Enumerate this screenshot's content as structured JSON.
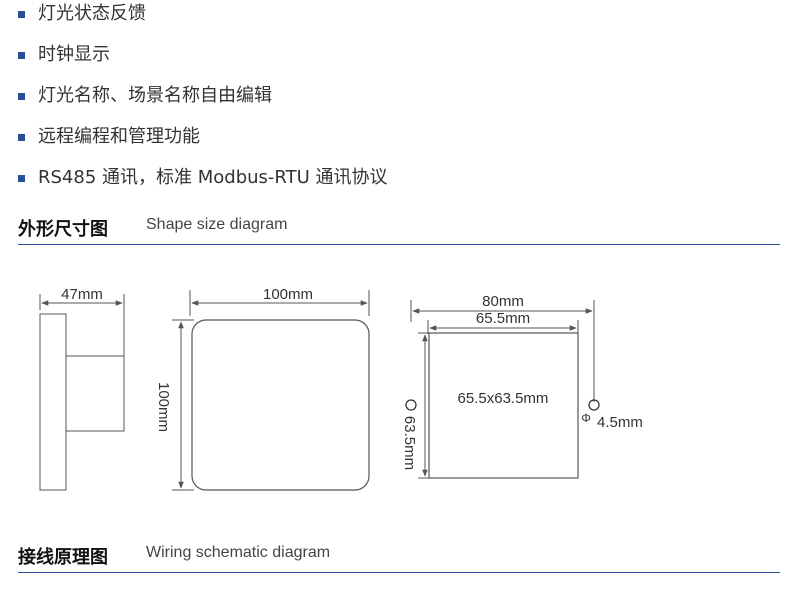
{
  "features": [
    {
      "text": "灯光状态反馈"
    },
    {
      "text": "时钟显示"
    },
    {
      "text": "灯光名称、场景名称自由编辑"
    },
    {
      "text": "远程编程和管理功能"
    },
    {
      "text": "RS485 通讯，标准 Modbus-RTU 通讯协议"
    }
  ],
  "shape_section": {
    "title_zh": "外形尺寸图",
    "title_en": "Shape size diagram"
  },
  "dimensions": {
    "side_depth": "47mm",
    "front_width": "100mm",
    "front_height": "100mm",
    "cutout_outer_width": "80mm",
    "cutout_inner_width": "65.5mm",
    "cutout_height": "63.5mm",
    "cutout_area": "65.5x63.5mm",
    "hole_diameter": "4.5mm",
    "phi_symbol": "Φ"
  },
  "wiring_section": {
    "title_zh": "接线原理图",
    "title_en": "Wiring schematic diagram"
  },
  "colors": {
    "accent_blue": "#2a4f9a",
    "line_gray": "#555555"
  }
}
